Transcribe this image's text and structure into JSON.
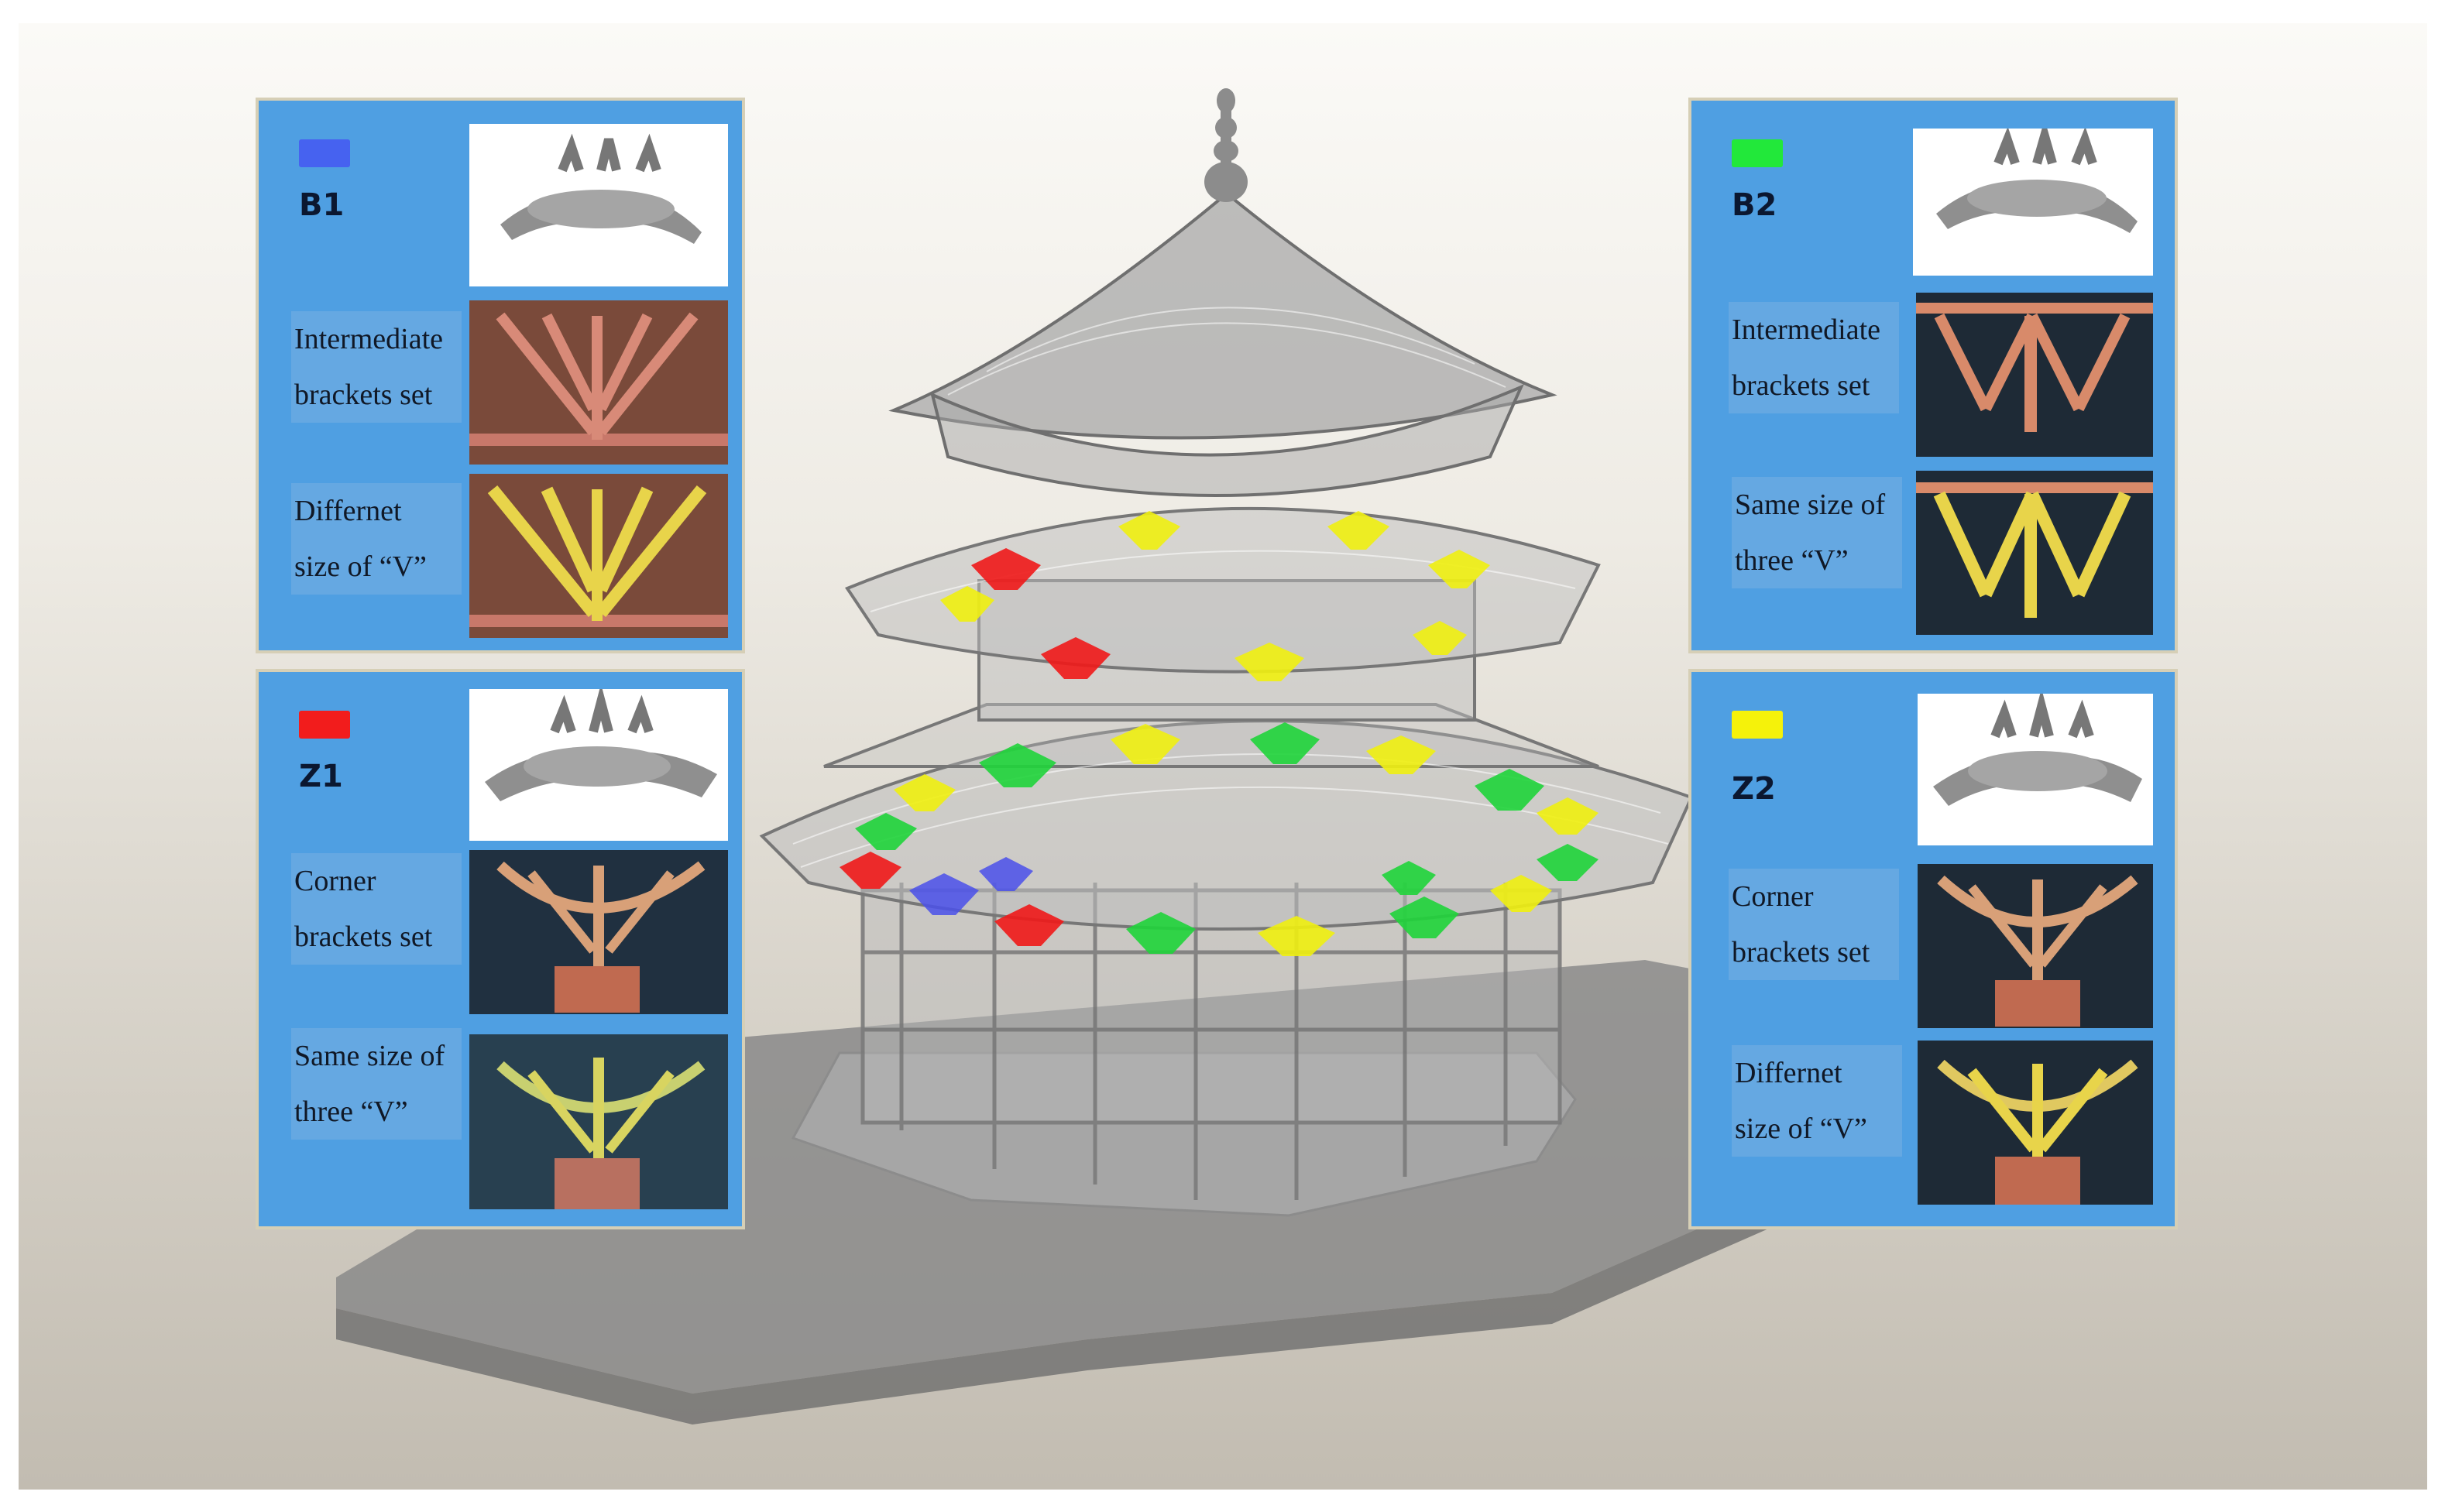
{
  "panels": [
    {
      "code": "B1",
      "color": "#4662f0",
      "sections": [
        {
          "line1": "Intermediate",
          "line2": "brackets set"
        },
        {
          "line1": "Differnet",
          "line2": "size of “V”"
        }
      ]
    },
    {
      "code": "B2",
      "color": "#22e83a",
      "sections": [
        {
          "line1": "Intermediate",
          "line2": "brackets set"
        },
        {
          "line1": "Same size of",
          "line2": "three  “V”"
        }
      ]
    },
    {
      "code": "Z1",
      "color": "#f21c1c",
      "sections": [
        {
          "line1": "Corner",
          "line2": "brackets set"
        },
        {
          "line1": "Same size of",
          "line2": "three  “V”"
        }
      ]
    },
    {
      "code": "Z2",
      "color": "#f5f20a",
      "sections": [
        {
          "line1": "Corner",
          "line2": "brackets set"
        },
        {
          "line1": "Differnet",
          "line2": "size of  “V”"
        }
      ]
    }
  ]
}
